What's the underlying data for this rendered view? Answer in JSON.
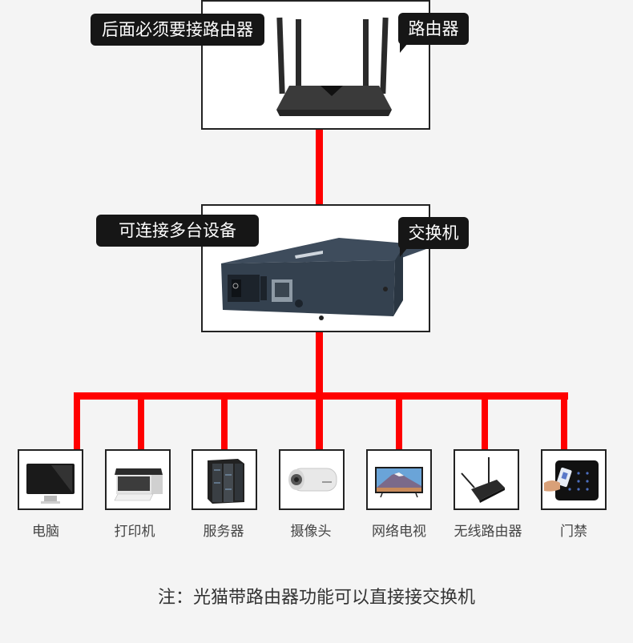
{
  "router": {
    "label": "路由器",
    "note_bubble": "后面必须要接路由器",
    "icon": "wifi-router-icon"
  },
  "switch": {
    "label": "交换机",
    "note_bubble": "可连接多台设备",
    "icon": "network-switch-icon"
  },
  "colors": {
    "connection_line": "#ff0000",
    "bubble_bg": "#161616",
    "background": "#f4f4f4"
  },
  "devices": [
    {
      "label": "电脑",
      "icon": "monitor-icon"
    },
    {
      "label": "打印机",
      "icon": "printer-icon"
    },
    {
      "label": "服务器",
      "icon": "server-rack-icon"
    },
    {
      "label": "摄像头",
      "icon": "security-camera-icon"
    },
    {
      "label": "网络电视",
      "icon": "tv-icon"
    },
    {
      "label": "无线路由器",
      "icon": "wireless-router-icon"
    },
    {
      "label": "门禁",
      "icon": "access-control-icon"
    }
  ],
  "footnote": "注：光猫带路由器功能可以直接接交换机"
}
